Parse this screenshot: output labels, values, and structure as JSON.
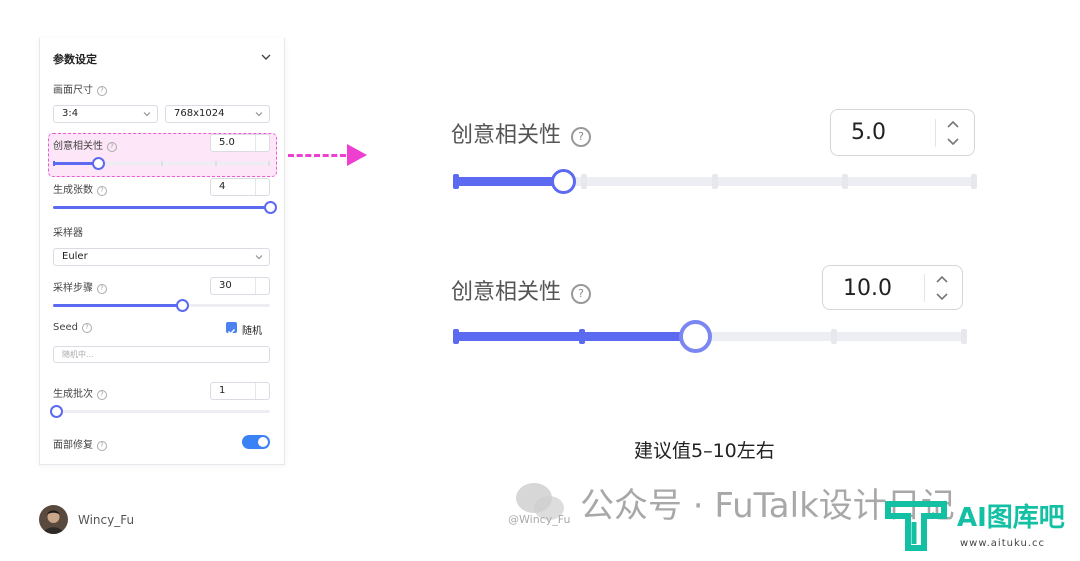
{
  "panel": {
    "title": "参数设定",
    "canvas_size_label": "画面尺寸",
    "ratio_value": "3:4",
    "resolution_value": "768x1024",
    "creativity_label": "创意相关性",
    "creativity_value": "5.0",
    "creativity_level": 0.2,
    "count_label": "生成张数",
    "count_value": "4",
    "count_level": 1.0,
    "sampler_label": "采样器",
    "sampler_value": "Euler",
    "steps_label": "采样步骤",
    "steps_value": "30",
    "steps_level": 0.6,
    "seed_label": "Seed",
    "random_label": "随机",
    "seed_placeholder": "随机中...",
    "batch_label": "生成批次",
    "batch_value": "1",
    "batch_level": 0.0,
    "face_fix_label": "面部修复",
    "face_fix_on": true
  },
  "zoom1": {
    "label": "创意相关性",
    "value": "5.0",
    "level": 0.2
  },
  "zoom2": {
    "label": "创意相关性",
    "value": "10.0",
    "level": 0.45
  },
  "caption": "建议值5–10左右",
  "author": {
    "name": "Wincy_Fu"
  },
  "watermark": {
    "text": "公众号 · FuTalk设计日记",
    "sub": "@Wincy_Fu"
  },
  "logo": {
    "text": "AI图库吧",
    "url": "www.aituku.cc"
  },
  "colors": {
    "accent": "#5b6af0",
    "highlight": "#ee3fd1",
    "toggle": "#3b82f6",
    "logo": "#13c0a4"
  }
}
